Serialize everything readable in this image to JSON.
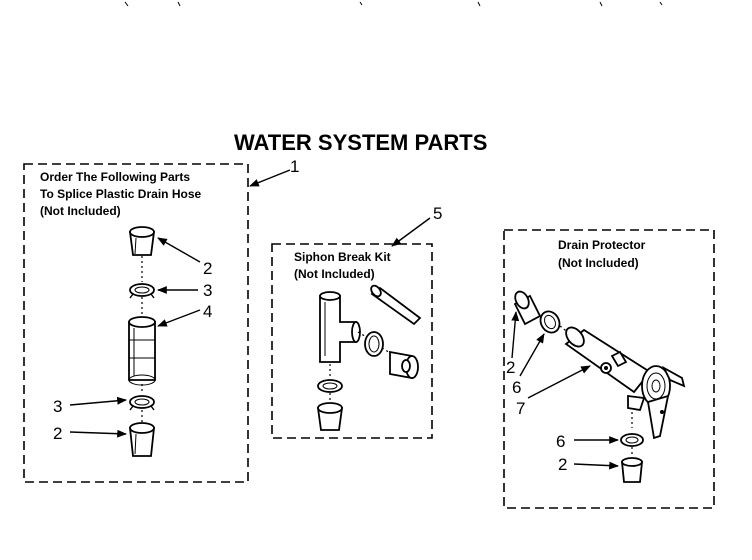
{
  "title": "WATER SYSTEM PARTS",
  "panels": {
    "splice": {
      "lines": [
        "Order The Following Parts",
        "To Splice Plastic Drain Hose",
        "(Not Included)"
      ],
      "callout": "1",
      "items": [
        "2",
        "3",
        "4",
        "3",
        "2"
      ]
    },
    "siphon": {
      "lines": [
        "Siphon Break Kit",
        "(Not Included)"
      ],
      "callout": "5"
    },
    "drain": {
      "lines": [
        "Drain Protector",
        "(Not Included)"
      ],
      "items": [
        "2",
        "6",
        "7",
        "6",
        "2"
      ]
    }
  }
}
